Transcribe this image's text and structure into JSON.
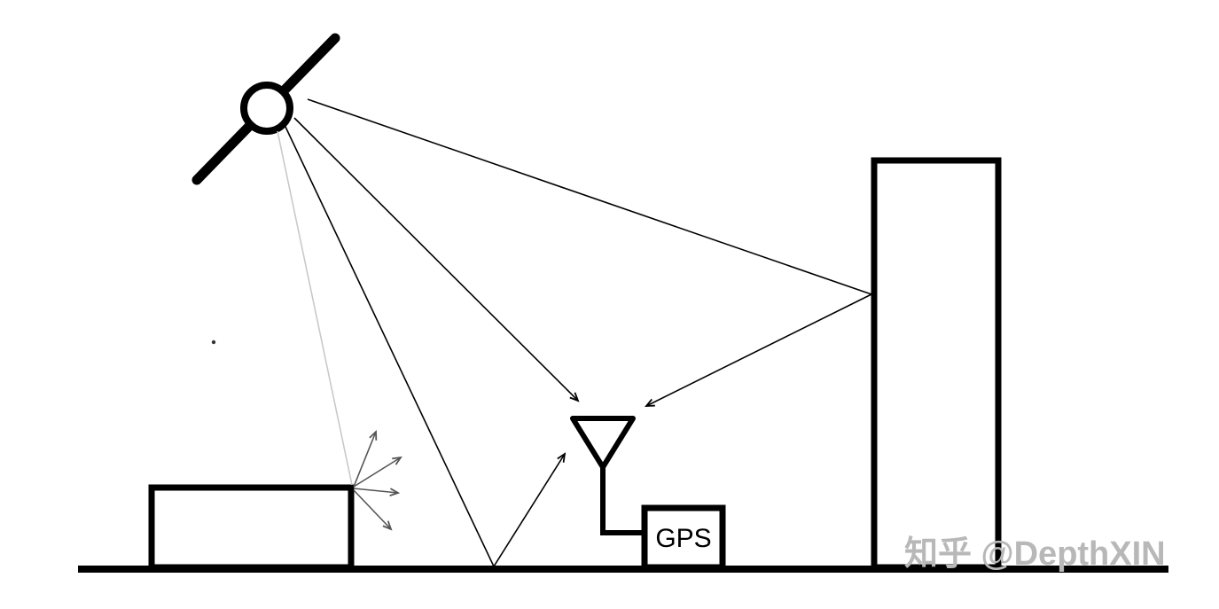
{
  "diagram": {
    "receiver": {
      "label": "GPS"
    },
    "watermark": {
      "text": "知乎 @DepthXIN",
      "color": "#b8b8b8"
    },
    "colors": {
      "ink": "#000000",
      "faint_ray": "#c9c9c9",
      "scatter_arrow": "#555555",
      "background": "#ffffff"
    },
    "icons": [
      "satellite-icon",
      "antenna-icon",
      "left-building-shape",
      "right-building-shape",
      "gps-receiver-box",
      "ground-line",
      "direct-signal-arrow",
      "building-reflected-signal-arrow",
      "ground-reflected-signal-arrow",
      "diffuse-scatter-arrows"
    ]
  }
}
